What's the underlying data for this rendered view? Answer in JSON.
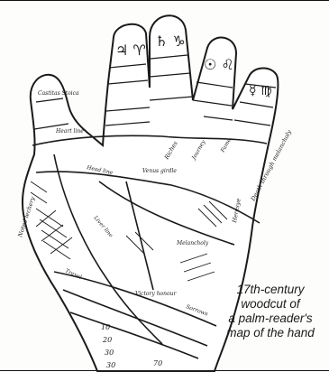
{
  "caption": {
    "line1": "17th-century",
    "line2": "woodcut of",
    "line3": "a palm-reader's",
    "line4": "map of the hand"
  },
  "engraving": {
    "finger_symbols": {
      "index": "♃ ♈",
      "middle": "♄ ♑",
      "ring": "☉ ♌",
      "little": "☿ ♍"
    },
    "labels": {
      "thumb_tip": "Castitas Stoica",
      "heart": "Heart line",
      "venus_girdle": "Venus girdle",
      "riches": "Riches",
      "journey": "Journey",
      "fame": "Fame",
      "death": "Death through melancholy",
      "heresy": "Heresye",
      "noted_lechery": "Noted lechery",
      "head_line": "Head line",
      "liver_line": "Liver line",
      "victory": "Victory honour",
      "sorrows": "Sorrows",
      "melancholy": "Melancholy",
      "travel": "Travel"
    },
    "wrist_numbers": [
      "10",
      "20",
      "30",
      "30",
      "70"
    ]
  },
  "colors": {
    "ink": "#1a1a1a",
    "paper": "#fdfdfb"
  }
}
